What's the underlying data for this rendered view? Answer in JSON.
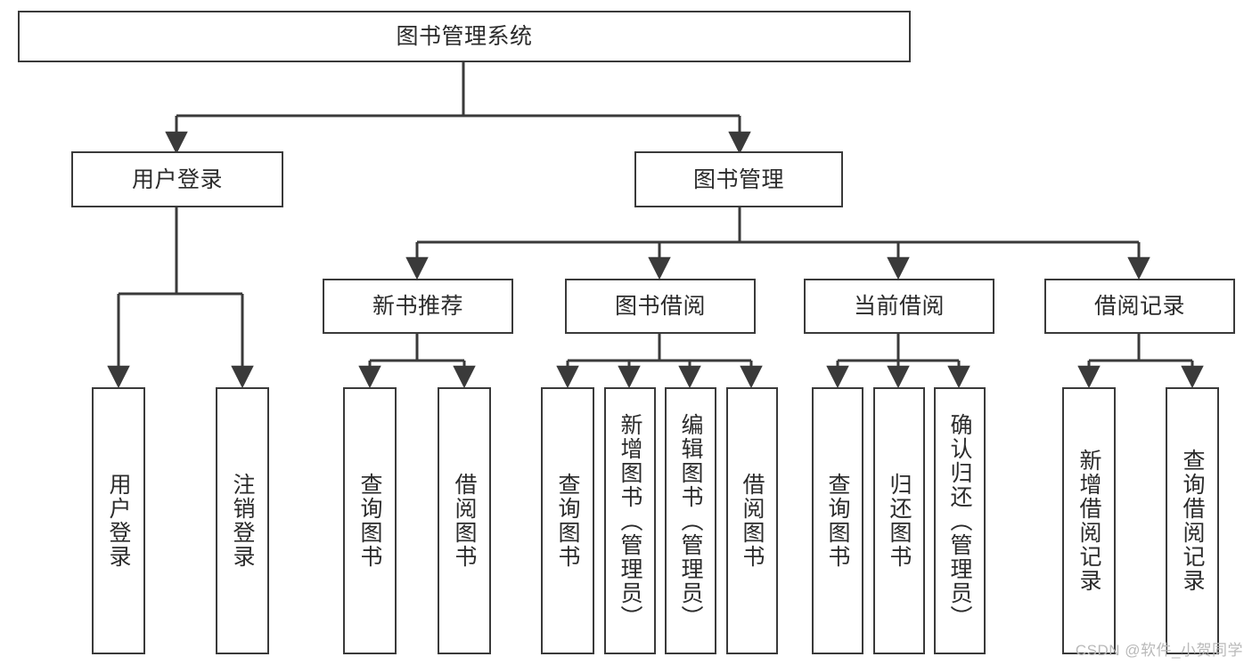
{
  "diagram": {
    "type": "tree",
    "title": "图书管理系统",
    "colors": {
      "stroke": "#3a3a3a",
      "text": "#2b2b2b",
      "background": "#ffffff",
      "watermark": "#b9b9b9"
    },
    "watermark": "CSDN @软件_小贺同学",
    "levels": {
      "root": "图书管理系统",
      "level2": [
        "用户登录",
        "图书管理"
      ],
      "level3": [
        "新书推荐",
        "图书借阅",
        "当前借阅",
        "借阅记录"
      ]
    },
    "nodes": {
      "root": {
        "label": "图书管理系统"
      },
      "user_login": {
        "label": "用户登录"
      },
      "book_manage": {
        "label": "图书管理"
      },
      "new_book_rec": {
        "label": "新书推荐"
      },
      "book_borrow": {
        "label": "图书借阅"
      },
      "current_borrow": {
        "label": "当前借阅"
      },
      "borrow_record": {
        "label": "借阅记录"
      },
      "leaf_user_login": {
        "label": "用户登录"
      },
      "leaf_logout": {
        "label": "注销登录"
      },
      "leaf_query_book_a": {
        "label": "查询图书"
      },
      "leaf_borrow_book_a": {
        "label": "借阅图书"
      },
      "leaf_query_book_b": {
        "label": "查询图书"
      },
      "leaf_add_book": {
        "label": "新增图书（管理员）"
      },
      "leaf_edit_book": {
        "label": "编辑图书（管理员）"
      },
      "leaf_borrow_book_b": {
        "label": "借阅图书"
      },
      "leaf_query_book_c": {
        "label": "查询图书"
      },
      "leaf_return_book": {
        "label": "归还图书"
      },
      "leaf_confirm_return": {
        "label": "确认归还（管理员）"
      },
      "leaf_add_record": {
        "label": "新增借阅记录"
      },
      "leaf_query_record": {
        "label": "查询借阅记录"
      }
    },
    "edges": [
      {
        "from": "root",
        "to": "user_login"
      },
      {
        "from": "root",
        "to": "book_manage"
      },
      {
        "from": "user_login",
        "to": "leaf_user_login"
      },
      {
        "from": "user_login",
        "to": "leaf_logout"
      },
      {
        "from": "book_manage",
        "to": "new_book_rec"
      },
      {
        "from": "book_manage",
        "to": "book_borrow"
      },
      {
        "from": "book_manage",
        "to": "current_borrow"
      },
      {
        "from": "book_manage",
        "to": "borrow_record"
      },
      {
        "from": "new_book_rec",
        "to": "leaf_query_book_a"
      },
      {
        "from": "new_book_rec",
        "to": "leaf_borrow_book_a"
      },
      {
        "from": "book_borrow",
        "to": "leaf_query_book_b"
      },
      {
        "from": "book_borrow",
        "to": "leaf_add_book"
      },
      {
        "from": "book_borrow",
        "to": "leaf_edit_book"
      },
      {
        "from": "book_borrow",
        "to": "leaf_borrow_book_b"
      },
      {
        "from": "current_borrow",
        "to": "leaf_query_book_c"
      },
      {
        "from": "current_borrow",
        "to": "leaf_return_book"
      },
      {
        "from": "current_borrow",
        "to": "leaf_confirm_return"
      },
      {
        "from": "borrow_record",
        "to": "leaf_add_record"
      },
      {
        "from": "borrow_record",
        "to": "leaf_query_record"
      }
    ]
  }
}
